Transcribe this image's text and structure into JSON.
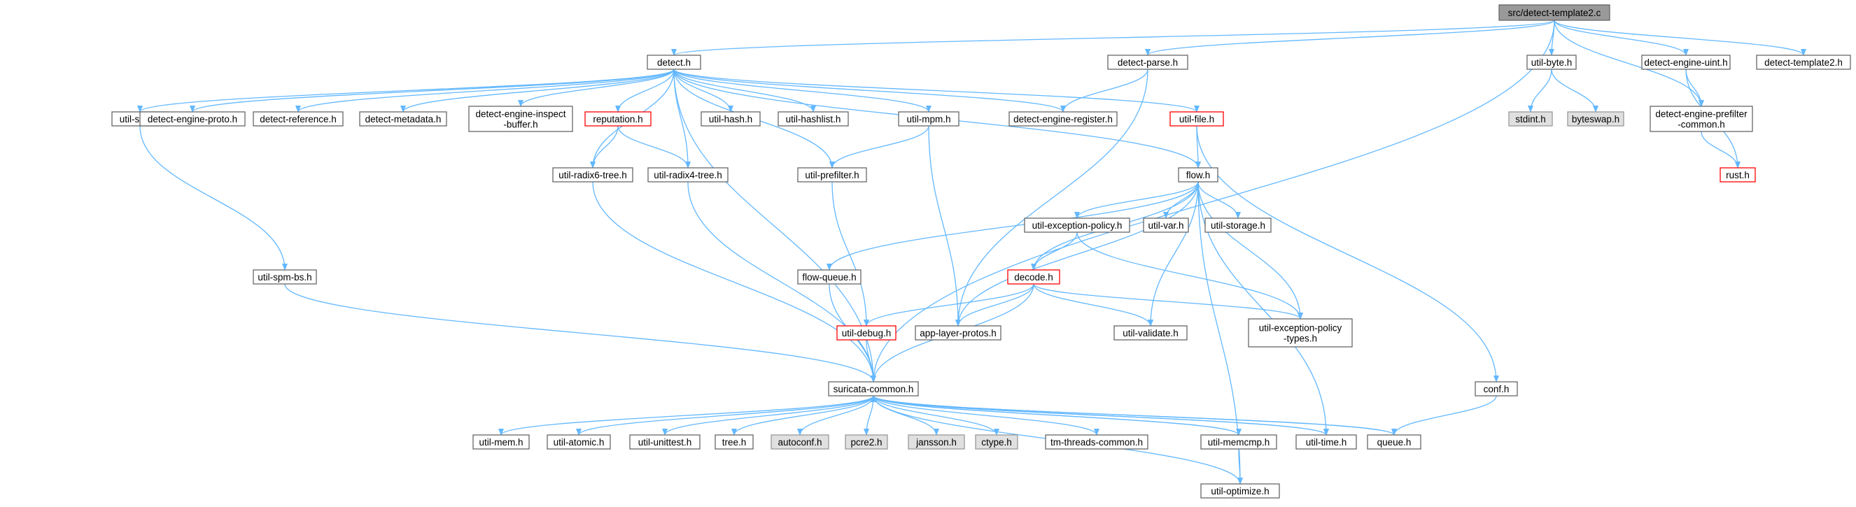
{
  "colors": {
    "edge": "#63b8ff",
    "normal_fill": "#ffffff",
    "normal_border": "#666666",
    "root_fill": "#999999",
    "root_border": "#666666",
    "external_fill": "#e0e0e0",
    "external_border": "#999999",
    "truncated_border": "#ff0000"
  },
  "nodes": [
    {
      "id": "root",
      "label": [
        "src/detect-template2.c"
      ],
      "kind": "root"
    },
    {
      "id": "detect_h",
      "label": [
        "detect.h"
      ],
      "kind": "normal"
    },
    {
      "id": "detect_parse",
      "label": [
        "detect-parse.h"
      ],
      "kind": "normal"
    },
    {
      "id": "util_byte",
      "label": [
        "util-byte.h"
      ],
      "kind": "normal"
    },
    {
      "id": "de_uint",
      "label": [
        "detect-engine-uint.h"
      ],
      "kind": "normal"
    },
    {
      "id": "detect_template2",
      "label": [
        "detect-template2.h"
      ],
      "kind": "normal"
    },
    {
      "id": "util_spm",
      "label": [
        "util-spm.h"
      ],
      "kind": "normal"
    },
    {
      "id": "de_proto",
      "label": [
        "detect-engine-proto.h"
      ],
      "kind": "normal"
    },
    {
      "id": "detect_reference",
      "label": [
        "detect-reference.h"
      ],
      "kind": "normal"
    },
    {
      "id": "detect_metadata",
      "label": [
        "detect-metadata.h"
      ],
      "kind": "normal"
    },
    {
      "id": "de_inspect",
      "label": [
        "detect-engine-inspect",
        "-buffer.h"
      ],
      "kind": "normal"
    },
    {
      "id": "reputation",
      "label": [
        "reputation.h"
      ],
      "kind": "truncated"
    },
    {
      "id": "util_hash",
      "label": [
        "util-hash.h"
      ],
      "kind": "normal"
    },
    {
      "id": "util_hashlist",
      "label": [
        "util-hashlist.h"
      ],
      "kind": "normal"
    },
    {
      "id": "util_mpm",
      "label": [
        "util-mpm.h"
      ],
      "kind": "normal"
    },
    {
      "id": "de_register",
      "label": [
        "detect-engine-register.h"
      ],
      "kind": "normal"
    },
    {
      "id": "util_file",
      "label": [
        "util-file.h"
      ],
      "kind": "truncated"
    },
    {
      "id": "stdint",
      "label": [
        "stdint.h"
      ],
      "kind": "external"
    },
    {
      "id": "byteswap",
      "label": [
        "byteswap.h"
      ],
      "kind": "external"
    },
    {
      "id": "de_prefilter_common",
      "label": [
        "detect-engine-prefilter",
        "-common.h"
      ],
      "kind": "normal"
    },
    {
      "id": "rust",
      "label": [
        "rust.h"
      ],
      "kind": "truncated"
    },
    {
      "id": "util_radix6",
      "label": [
        "util-radix6-tree.h"
      ],
      "kind": "normal"
    },
    {
      "id": "util_radix4",
      "label": [
        "util-radix4-tree.h"
      ],
      "kind": "normal"
    },
    {
      "id": "util_prefilter",
      "label": [
        "util-prefilter.h"
      ],
      "kind": "normal"
    },
    {
      "id": "flow_h",
      "label": [
        "flow.h"
      ],
      "kind": "normal"
    },
    {
      "id": "util_exc_policy",
      "label": [
        "util-exception-policy.h"
      ],
      "kind": "normal"
    },
    {
      "id": "util_var",
      "label": [
        "util-var.h"
      ],
      "kind": "normal"
    },
    {
      "id": "util_storage",
      "label": [
        "util-storage.h"
      ],
      "kind": "normal"
    },
    {
      "id": "util_spm_bs",
      "label": [
        "util-spm-bs.h"
      ],
      "kind": "normal"
    },
    {
      "id": "flow_queue",
      "label": [
        "flow-queue.h"
      ],
      "kind": "normal"
    },
    {
      "id": "decode_h",
      "label": [
        "decode.h"
      ],
      "kind": "truncated"
    },
    {
      "id": "util_debug",
      "label": [
        "util-debug.h"
      ],
      "kind": "truncated"
    },
    {
      "id": "app_layer_protos",
      "label": [
        "app-layer-protos.h"
      ],
      "kind": "normal"
    },
    {
      "id": "util_validate",
      "label": [
        "util-validate.h"
      ],
      "kind": "normal"
    },
    {
      "id": "util_exc_types",
      "label": [
        "util-exception-policy",
        "-types.h"
      ],
      "kind": "normal"
    },
    {
      "id": "suricata_common",
      "label": [
        "suricata-common.h"
      ],
      "kind": "normal"
    },
    {
      "id": "conf_h",
      "label": [
        "conf.h"
      ],
      "kind": "normal"
    },
    {
      "id": "util_mem",
      "label": [
        "util-mem.h"
      ],
      "kind": "normal"
    },
    {
      "id": "util_atomic",
      "label": [
        "util-atomic.h"
      ],
      "kind": "normal"
    },
    {
      "id": "util_unittest",
      "label": [
        "util-unittest.h"
      ],
      "kind": "normal"
    },
    {
      "id": "tree_h",
      "label": [
        "tree.h"
      ],
      "kind": "normal"
    },
    {
      "id": "autoconf",
      "label": [
        "autoconf.h"
      ],
      "kind": "external"
    },
    {
      "id": "pcre2",
      "label": [
        "pcre2.h"
      ],
      "kind": "external"
    },
    {
      "id": "jansson",
      "label": [
        "jansson.h"
      ],
      "kind": "external"
    },
    {
      "id": "ctype",
      "label": [
        "ctype.h"
      ],
      "kind": "external"
    },
    {
      "id": "tm_threads",
      "label": [
        "tm-threads-common.h"
      ],
      "kind": "normal"
    },
    {
      "id": "util_memcmp",
      "label": [
        "util-memcmp.h"
      ],
      "kind": "normal"
    },
    {
      "id": "util_time",
      "label": [
        "util-time.h"
      ],
      "kind": "normal"
    },
    {
      "id": "queue_h",
      "label": [
        "queue.h"
      ],
      "kind": "normal"
    },
    {
      "id": "util_optimize",
      "label": [
        "util-optimize.h"
      ],
      "kind": "normal"
    }
  ],
  "edges": [
    [
      "root",
      "detect_h"
    ],
    [
      "root",
      "detect_parse"
    ],
    [
      "root",
      "util_byte"
    ],
    [
      "root",
      "de_uint"
    ],
    [
      "root",
      "detect_template2"
    ],
    [
      "root",
      "de_prefilter_common"
    ],
    [
      "root",
      "suricata_common"
    ],
    [
      "detect_h",
      "util_spm"
    ],
    [
      "detect_h",
      "de_proto"
    ],
    [
      "detect_h",
      "detect_reference"
    ],
    [
      "detect_h",
      "detect_metadata"
    ],
    [
      "detect_h",
      "de_inspect"
    ],
    [
      "detect_h",
      "reputation"
    ],
    [
      "detect_h",
      "util_hash"
    ],
    [
      "detect_h",
      "util_hashlist"
    ],
    [
      "detect_h",
      "util_mpm"
    ],
    [
      "detect_h",
      "de_register"
    ],
    [
      "detect_h",
      "util_file"
    ],
    [
      "detect_h",
      "util_radix6"
    ],
    [
      "detect_h",
      "util_radix4"
    ],
    [
      "detect_h",
      "util_prefilter"
    ],
    [
      "detect_h",
      "flow_h"
    ],
    [
      "detect_h",
      "suricata_common"
    ],
    [
      "detect_parse",
      "de_register"
    ],
    [
      "detect_parse",
      "app_layer_protos"
    ],
    [
      "util_byte",
      "stdint"
    ],
    [
      "util_byte",
      "byteswap"
    ],
    [
      "de_uint",
      "de_prefilter_common"
    ],
    [
      "de_uint",
      "rust"
    ],
    [
      "de_prefilter_common",
      "rust"
    ],
    [
      "util_spm",
      "util_spm_bs"
    ],
    [
      "reputation",
      "util_radix6"
    ],
    [
      "reputation",
      "util_radix4"
    ],
    [
      "util_mpm",
      "util_prefilter"
    ],
    [
      "util_mpm",
      "app_layer_protos"
    ],
    [
      "util_file",
      "flow_h"
    ],
    [
      "util_file",
      "conf_h"
    ],
    [
      "util_radix6",
      "suricata_common"
    ],
    [
      "util_radix4",
      "suricata_common"
    ],
    [
      "util_prefilter",
      "util_debug"
    ],
    [
      "flow_h",
      "util_exc_policy"
    ],
    [
      "flow_h",
      "util_var"
    ],
    [
      "flow_h",
      "util_storage"
    ],
    [
      "flow_h",
      "flow_queue"
    ],
    [
      "flow_h",
      "decode_h"
    ],
    [
      "flow_h",
      "app_layer_protos"
    ],
    [
      "flow_h",
      "util_validate"
    ],
    [
      "flow_h",
      "util_exc_types"
    ],
    [
      "flow_h",
      "util_time"
    ],
    [
      "flow_h",
      "util_optimize"
    ],
    [
      "util_exc_policy",
      "decode_h"
    ],
    [
      "util_exc_policy",
      "util_exc_types"
    ],
    [
      "util_spm_bs",
      "suricata_common"
    ],
    [
      "flow_queue",
      "suricata_common"
    ],
    [
      "decode_h",
      "util_debug"
    ],
    [
      "decode_h",
      "app_layer_protos"
    ],
    [
      "decode_h",
      "util_validate"
    ],
    [
      "decode_h",
      "util_exc_types"
    ],
    [
      "decode_h",
      "suricata_common"
    ],
    [
      "util_debug",
      "suricata_common"
    ],
    [
      "suricata_common",
      "util_mem"
    ],
    [
      "suricata_common",
      "util_atomic"
    ],
    [
      "suricata_common",
      "util_unittest"
    ],
    [
      "suricata_common",
      "tree_h"
    ],
    [
      "suricata_common",
      "autoconf"
    ],
    [
      "suricata_common",
      "pcre2"
    ],
    [
      "suricata_common",
      "jansson"
    ],
    [
      "suricata_common",
      "ctype"
    ],
    [
      "suricata_common",
      "tm_threads"
    ],
    [
      "suricata_common",
      "util_memcmp"
    ],
    [
      "suricata_common",
      "util_time"
    ],
    [
      "suricata_common",
      "queue_h"
    ],
    [
      "suricata_common",
      "util_optimize"
    ],
    [
      "util_memcmp",
      "suricata_common"
    ],
    [
      "util_memcmp",
      "util_optimize"
    ],
    [
      "util_time",
      "suricata_common"
    ],
    [
      "queue_h",
      "suricata_common"
    ],
    [
      "conf_h",
      "queue_h"
    ]
  ]
}
